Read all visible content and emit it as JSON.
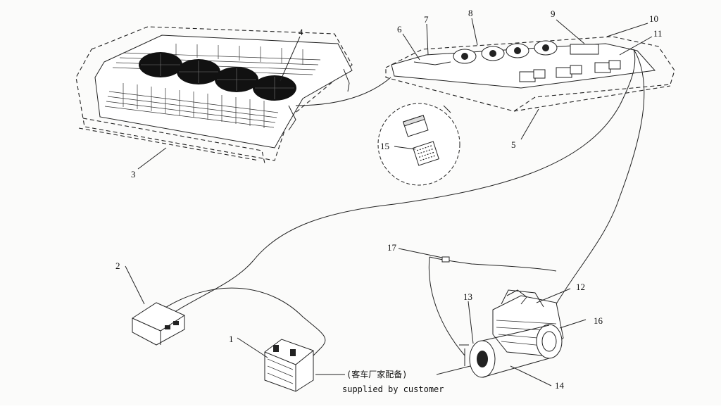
{
  "callouts": {
    "n1": "1",
    "n2": "2",
    "n3": "3",
    "n4": "4",
    "n5": "5",
    "n6": "6",
    "n7": "7",
    "n8": "8",
    "n9": "9",
    "n10": "10",
    "n11": "11",
    "n12": "12",
    "n13": "13",
    "n14": "14",
    "n15": "15",
    "n16": "16",
    "n17": "17"
  },
  "note": {
    "chinese": "(客车厂家配备)",
    "english": "supplied by customer"
  }
}
